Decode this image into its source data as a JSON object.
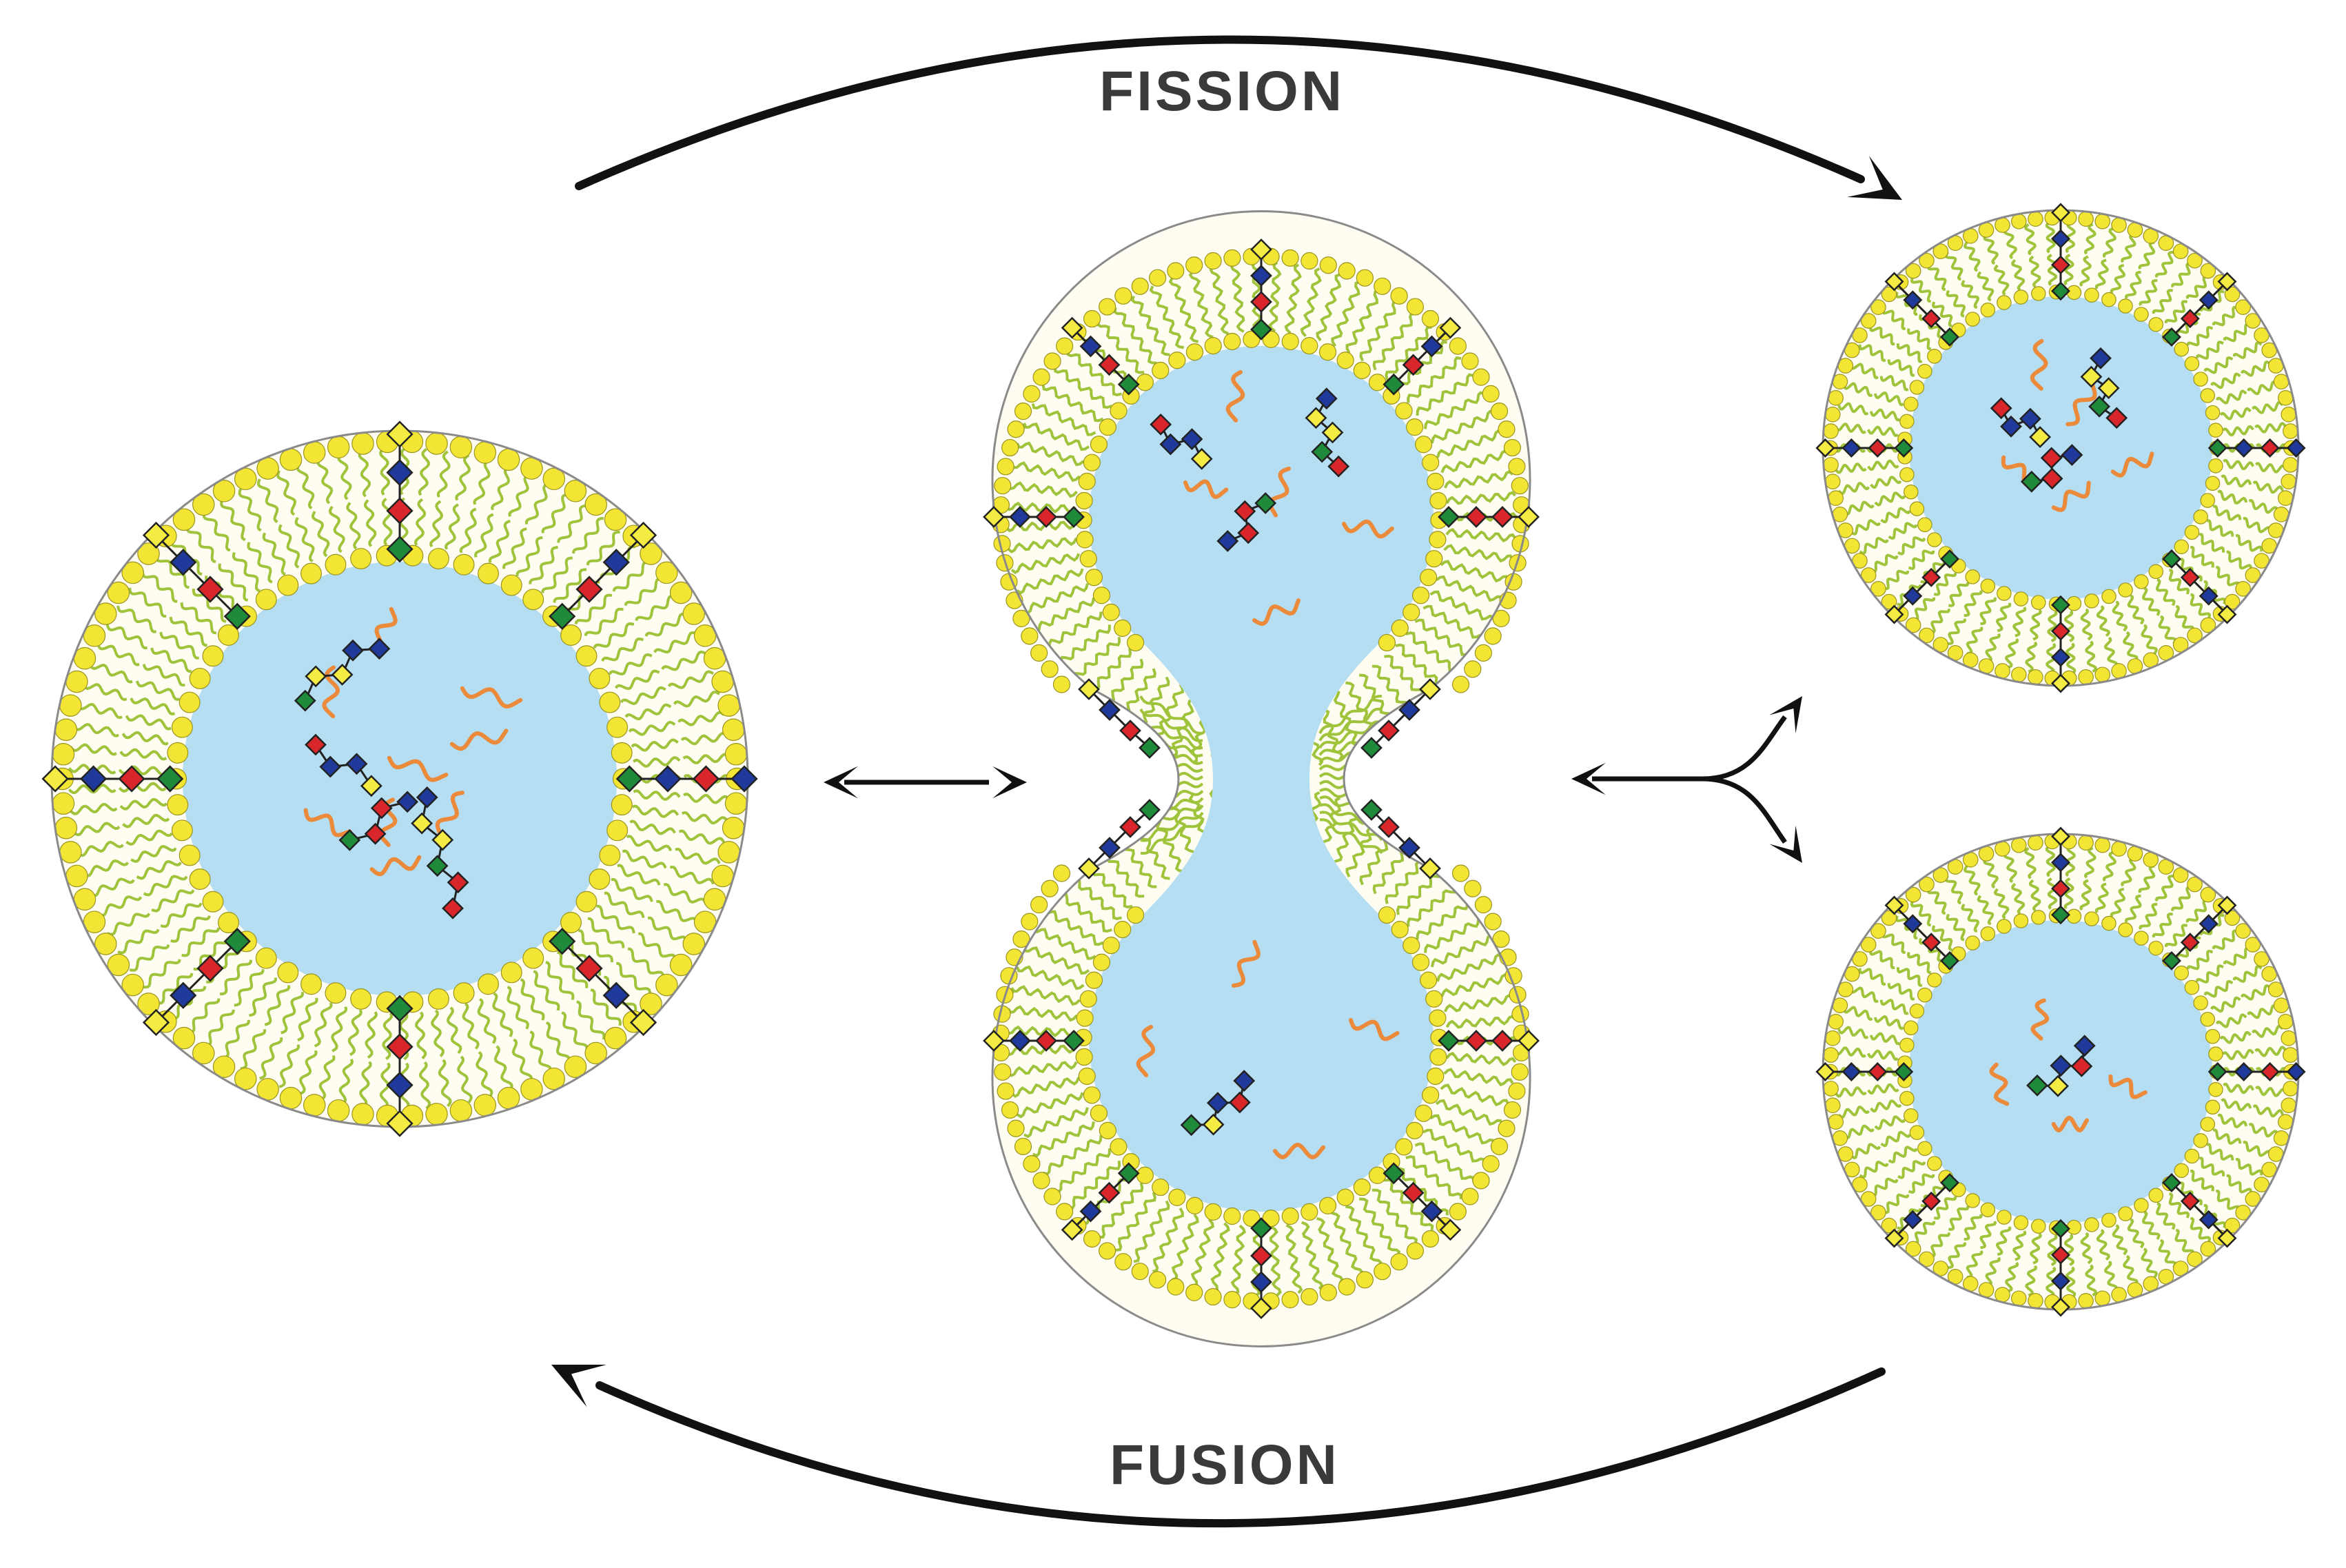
{
  "labels": {
    "top_process": "FISSION",
    "bottom_process": "FUSION"
  },
  "colors": {
    "background": "#ffffff",
    "lumen": "#b5def3",
    "lipid_head": "#f2e534",
    "lipid_head_edge": "#9a9420",
    "lipid_tail": "#9fc43c",
    "membrane_outline": "#8a8a8a",
    "cargo_squiggle": "#ea8a3a",
    "chain_link": "#222222",
    "bead_red": "#d8262b",
    "bead_blue": "#1f3a9a",
    "bead_green": "#1f8a3a",
    "bead_yellow": "#f4ec43",
    "arrow": "#111111",
    "label_text": "#3a3a3a"
  },
  "diagram": {
    "stages": [
      "single-vesicle",
      "dividing-vesicle",
      "daughter-vesicles"
    ],
    "transitions": [
      "reversible-arrow",
      "reversible-branching-arrow"
    ]
  }
}
